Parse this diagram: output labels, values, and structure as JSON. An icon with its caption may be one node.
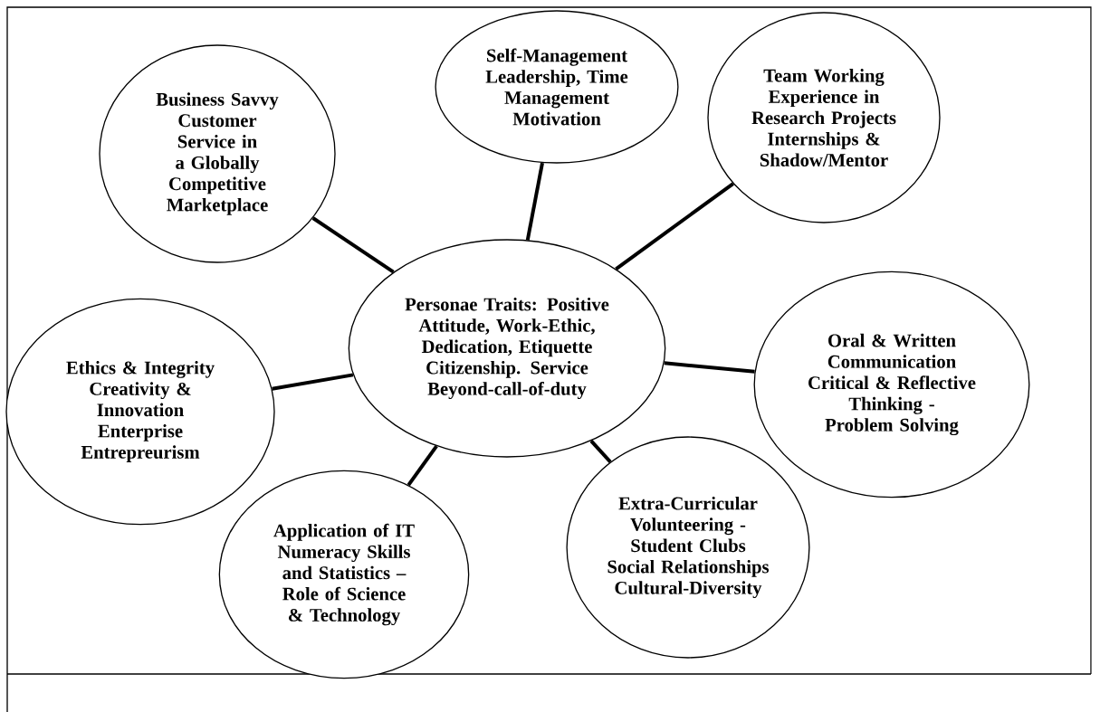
{
  "diagram": {
    "nodes": [
      {
        "text": [
          "Business Savvy Customer Service in a Globally Competitive Marketplace"
        ]
      },
      {
        "text": [
          "Self-Management Leadership, Time Management Motivation"
        ]
      },
      {
        "text": [
          "Team Working Experience in Research Projects Internships & Shadow/Mentor"
        ]
      },
      {
        "text": [
          "Personae Traits: Positive Attitude, Work-Ethic, Dedication, Etiquette Citizenship. Service Beyond-call-of-duty"
        ]
      },
      {
        "text": [
          "Ethics & Integrity Creativity & Innovation Enterprise Entrepreurism"
        ]
      },
      {
        "text": [
          "Oral & Written Communication Critical & Reflective Thinking - Problem Solving"
        ]
      },
      {
        "text": [
          "Application of IT Numeracy Skills and Statistics – Role of Science & Technology"
        ]
      },
      {
        "text": [
          "Extra-Curricular Volunteering - Student Clubs Social Relationships Cultural-Diversity"
        ]
      }
    ],
    "edges": [
      {
        "from": 3,
        "to": 0,
        "arrow": "none"
      },
      {
        "from": 3,
        "to": 1,
        "arrow": "none"
      },
      {
        "from": 3,
        "to": 2,
        "arrow": "none"
      },
      {
        "from": 3,
        "to": 4,
        "arrow": "none"
      },
      {
        "from": 3,
        "to": 5,
        "arrow": "none"
      },
      {
        "from": 3,
        "to": 6,
        "arrow": "none"
      },
      {
        "from": 3,
        "to": 7,
        "arrow": "none"
      }
    ]
  }
}
